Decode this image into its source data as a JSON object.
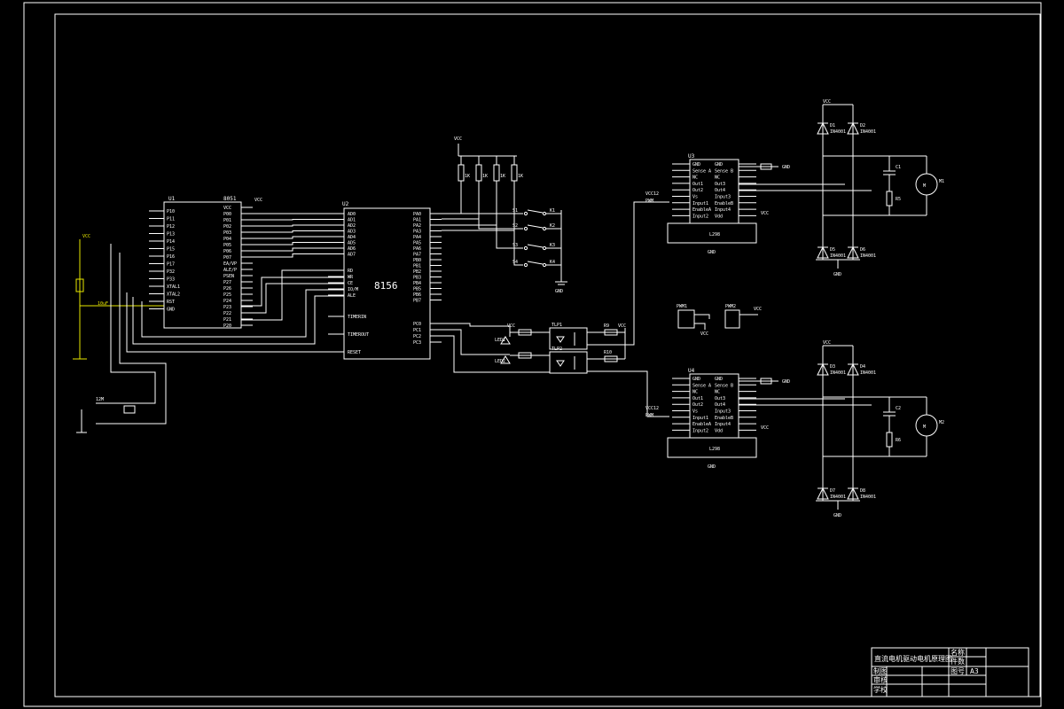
{
  "chips": {
    "mcu": {
      "ref": "U1",
      "name": "8051",
      "left_pins": [
        "P10",
        "P11",
        "P12",
        "P13",
        "P14",
        "P15",
        "P16",
        "P17",
        "P32",
        "P33",
        "XTAL1",
        "XTAL2",
        "RST",
        "GND"
      ],
      "right_pins": [
        "VCC",
        "P00",
        "P01",
        "P02",
        "P03",
        "P04",
        "P05",
        "P06",
        "P07",
        "EA/VP",
        "ALE/P",
        "PSEN",
        "P27",
        "P26",
        "P25",
        "P24",
        "P23",
        "P22",
        "P21",
        "P20"
      ]
    },
    "io": {
      "ref": "U2",
      "name": "8156",
      "left_pins": [
        "AD0",
        "AD1",
        "AD2",
        "AD3",
        "AD4",
        "AD5",
        "AD6",
        "AD7",
        "RD",
        "WR",
        "CE",
        "IO/M",
        "ALE",
        "TIMERIN",
        "TIMEROUT",
        "RESET"
      ],
      "right_pins": [
        "PA0",
        "PA1",
        "PA2",
        "PA3",
        "PA4",
        "PA5",
        "PA6",
        "PA7",
        "PB0",
        "PB1",
        "PB2",
        "PB3",
        "PB4",
        "PB5",
        "PB6",
        "PB7",
        "PC0",
        "PC1",
        "PC2",
        "PC3"
      ]
    },
    "driver1": {
      "ref": "U3",
      "name": "L298",
      "left_pins": [
        "GND",
        "Sense A",
        "NC",
        "Out1",
        "Out2",
        "Vs",
        "Input1",
        "EnableA",
        "Input2"
      ],
      "right_pins": [
        "GND",
        "Sense B",
        "NC",
        "Out3",
        "Out4",
        "Input3",
        "EnableB",
        "Input4",
        "Vdd"
      ],
      "bottom_label": "GND"
    },
    "driver2": {
      "ref": "U4",
      "name": "L298",
      "left_pins": [
        "GND",
        "Sense A",
        "NC",
        "Out1",
        "Out2",
        "Vs",
        "Input1",
        "EnableA",
        "Input2"
      ],
      "right_pins": [
        "GND",
        "Sense B",
        "NC",
        "Out3",
        "Out4",
        "Input3",
        "EnableB",
        "Input4",
        "Vdd"
      ],
      "bottom_label": "GND"
    }
  },
  "labels": {
    "vcc": "VCC",
    "gnd": "GND",
    "vcc12": "VCC12",
    "pwm": "PWM",
    "resistors_top": [
      "1K",
      "1K",
      "1K",
      "1K"
    ],
    "switches": [
      "S1",
      "S2",
      "S3",
      "S4"
    ],
    "switch_tags": [
      "K1",
      "K2",
      "K3",
      "K4"
    ],
    "leds": [
      "LED1",
      "LED2"
    ],
    "opto": [
      "TLP1",
      "TLP2"
    ],
    "opto_res": [
      "R9",
      "R10"
    ],
    "motors": [
      "M1",
      "M2"
    ],
    "diodes_top": [
      "D1",
      "D2",
      "D3",
      "D4"
    ],
    "diodes_bottom": [
      "D5",
      "D6",
      "D7",
      "D8"
    ],
    "diode_type": "IN4001",
    "caps": [
      "C1",
      "C2"
    ],
    "sense_res": [
      "R5",
      "R6"
    ],
    "crystal": "12M",
    "headers": [
      "PWM1",
      "PWM2"
    ],
    "reset_cap": "10uF"
  },
  "title_block": {
    "title": "直流电机驱动电机原理图",
    "rows": [
      "制图",
      "审核",
      "学校"
    ],
    "fields": [
      "名称",
      "件数",
      "图号"
    ],
    "sheet": "A3"
  }
}
